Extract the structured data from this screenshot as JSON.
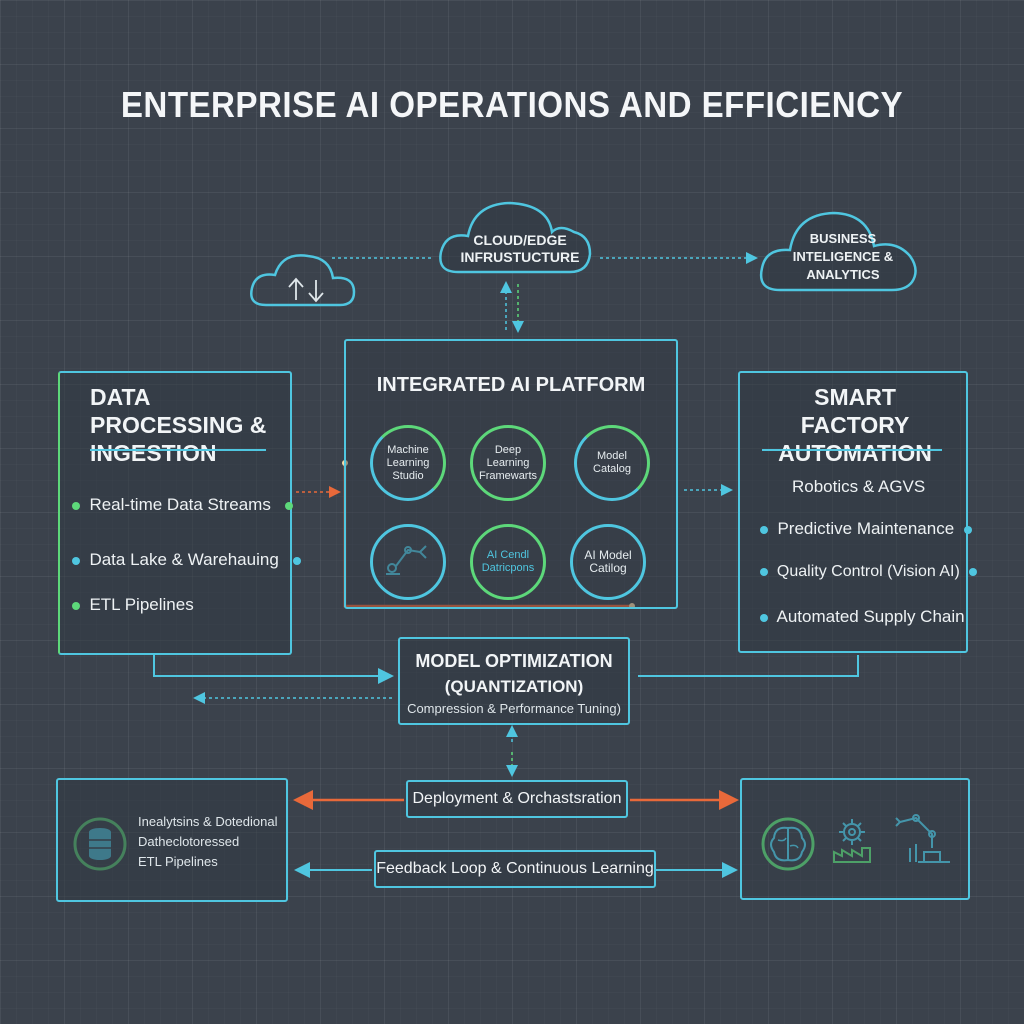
{
  "title": "ENTERPRISE AI OPERATIONS AND EFFICIENCY",
  "clouds": {
    "cloud_edge": "CLOUD/EDGE INFRUSTUCTURE",
    "bi": "BUSINESS INTELIGENCE & ANALYTICS"
  },
  "data_processing": {
    "title": "DATA PROCESSING & INGESTION",
    "items": [
      "Real-time Data Streams",
      "Data Lake & Warehauing",
      "ETL Pipelines"
    ]
  },
  "platform": {
    "title": "INTEGRATED AI PLATFORM",
    "modules": [
      "Machine Learning Studio",
      "Deep Learning Framewarts",
      "Model Catalog",
      "",
      "AI Cendl Datricpons",
      "AI Model Catilog"
    ]
  },
  "smart_factory": {
    "title": "SMART FACTORY AUTOMATION",
    "items": [
      "Robotics & AGVS",
      "Predictive Maintenance",
      "Quality Control (Vision AI)",
      "Automated Supply Chain"
    ]
  },
  "optimization": {
    "title_line1": "MODEL OPTIMIZATION",
    "title_line2": "(QUANTIZATION)",
    "subtitle": "Compression & Performance Tuning)"
  },
  "deployment": "Deployment & Orchastsration",
  "feedback": "Feedback Loop & Continuous Learning",
  "bottom_left": {
    "lines": [
      "Inealytsins & Dotedional",
      "Datheclotoressed",
      "ETL Pipelines"
    ]
  },
  "colors": {
    "background": "#3b424c",
    "cyan": "#4fc6e0",
    "green": "#5dd87a",
    "orange": "#e8693a"
  }
}
